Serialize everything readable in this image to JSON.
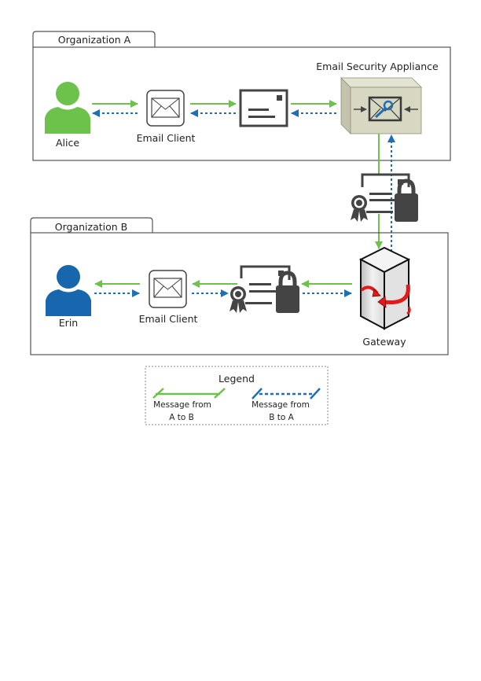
{
  "colors": {
    "green": "#6cc24a",
    "blue": "#1f6fb5",
    "dark": "#444444",
    "appliance": "#d7d7c2",
    "red": "#e41a1a"
  },
  "org_a": {
    "title": "Organization A",
    "user": "Alice",
    "client": "Email Client",
    "appliance": "Email Security Appliance"
  },
  "org_b": {
    "title": "Organization B",
    "user": "Erin",
    "client": "Email Client",
    "gateway": "Gateway"
  },
  "legend": {
    "title": "Legend",
    "a_to_b_line1": "Message from",
    "a_to_b_line2": "A to B",
    "b_to_a_line1": "Message from",
    "b_to_a_line2": "B to A"
  }
}
